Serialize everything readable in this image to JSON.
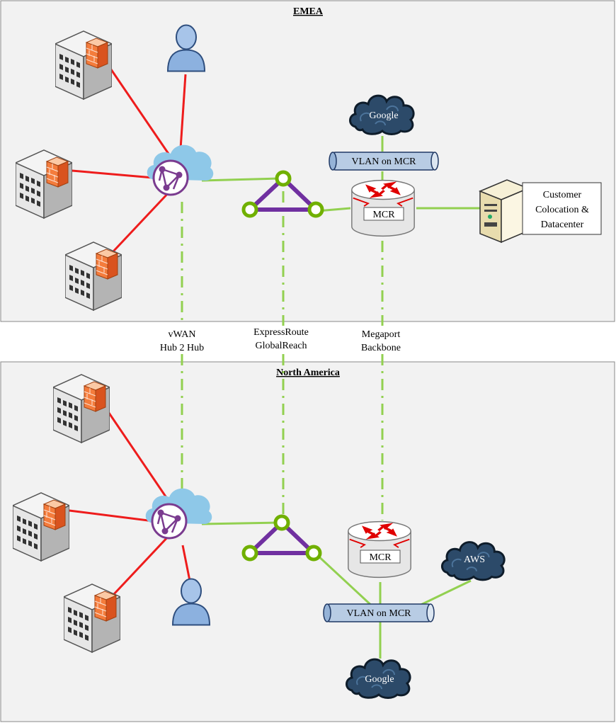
{
  "regions": {
    "emea": {
      "title": "EMEA"
    },
    "north_america": {
      "title": "North America"
    }
  },
  "links": {
    "vwan": [
      "vWAN",
      "Hub 2 Hub"
    ],
    "expressroute": [
      "ExpressRoute",
      "GlobalReach"
    ],
    "megaport": [
      "Megaport",
      "Backbone"
    ]
  },
  "emea": {
    "google_label": "Google",
    "vlan_label": "VLAN on MCR",
    "mcr_label": "MCR",
    "customer_label": [
      "Customer",
      "Colocation &",
      "Datacenter"
    ]
  },
  "na": {
    "mcr_label": "MCR",
    "aws_label": "AWS",
    "vlan_label": "VLAN on MCR",
    "google_label": "Google"
  },
  "colors": {
    "region_bg": "#f2f2f2",
    "branch_link": "#ee1c1c",
    "green_link": "#92d050",
    "globalreach": "#7030a0",
    "node_ring": "#70b000",
    "cloud_dark": "#1f3d5c",
    "hub_cloud": "#8ec8e8",
    "router_arrows": "#e00000"
  },
  "icons": [
    "building-firewall-icon",
    "user-icon",
    "vwan-hub-icon",
    "globalreach-triangle-icon",
    "router-icon",
    "cloud-icon",
    "server-icon",
    "vlan-pipe-icon"
  ]
}
